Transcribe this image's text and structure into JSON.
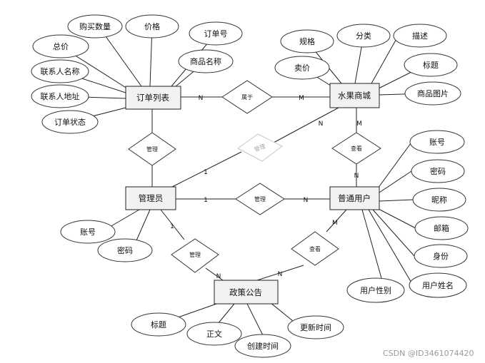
{
  "entities": {
    "order_list": "订单列表",
    "fruit_mall": "水果商城",
    "admin": "管理员",
    "user": "普通用户",
    "notice": "政策公告"
  },
  "order_attrs": [
    "购买数量",
    "价格",
    "订单号",
    "总价",
    "商品名称",
    "联系人名称",
    "联系人地址",
    "订单状态"
  ],
  "fruit_attrs": [
    "规格",
    "分类",
    "描述",
    "卖价",
    "标题",
    "商品图片"
  ],
  "admin_attrs": [
    "账号",
    "密码"
  ],
  "user_attrs": [
    "账号",
    "密码",
    "昵称",
    "邮箱",
    "身份",
    "用户性别",
    "用户姓名"
  ],
  "notice_attrs": [
    "标题",
    "正文",
    "创建时间",
    "更新时间"
  ],
  "relations": {
    "belongs": "属于",
    "manage_order": "管理",
    "manage_goods": "管理",
    "view_goods": "查看",
    "manage_user": "管理",
    "manage_notice": "管理",
    "view_notice": "查看"
  },
  "cardinality": {
    "order_belongs": "N",
    "fruit_belongs": "M",
    "fruit_manage": "N",
    "admin_manage_goods": "1",
    "fruit_view": "M",
    "user_view": "N",
    "admin_user": "1",
    "user_admin": "N",
    "admin_notice": "1",
    "notice_admin": "N",
    "user_notice": "M",
    "notice_user": "N"
  },
  "watermark": "CSDN @ID3461074420"
}
